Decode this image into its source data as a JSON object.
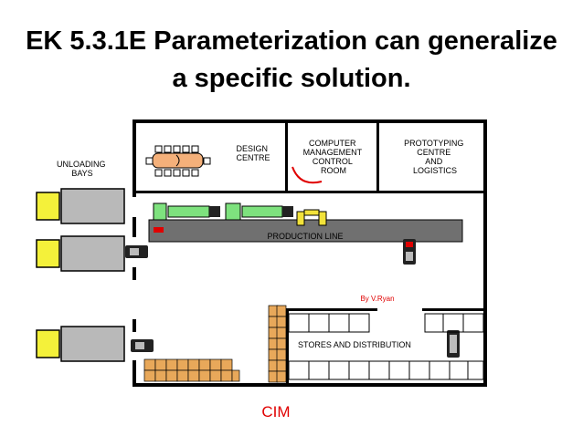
{
  "title": {
    "line1": "EK 5.3.1E Parameterization can generalize",
    "line2": "a specific solution."
  },
  "diagram": {
    "unloading_bays": [
      "UNLOADING",
      "BAYS"
    ],
    "design_centre": [
      "DESIGN",
      "CENTRE"
    ],
    "computer_room": [
      "COMPUTER",
      "MANAGEMENT",
      "CONTROL",
      "ROOM"
    ],
    "prototyping": [
      "PROTOTYPING",
      "CENTRE",
      "AND",
      "LOGISTICS"
    ],
    "production_line": "PRODUCTION LINE",
    "credit": "By V.Ryan",
    "stores": "STORES AND DISTRIBUTION",
    "caption": "CIM"
  },
  "colors": {
    "wall": "#000000",
    "truck_cab": "#f4f13a",
    "truck_body": "#b9b9b9",
    "conveyor": "#707070",
    "machine": "#7ee27e",
    "boxes": "#e8a85a",
    "table": "#f4b07a",
    "robot": "#f2e23a",
    "accent_red": "#e00000",
    "caption_red": "#e00000"
  }
}
